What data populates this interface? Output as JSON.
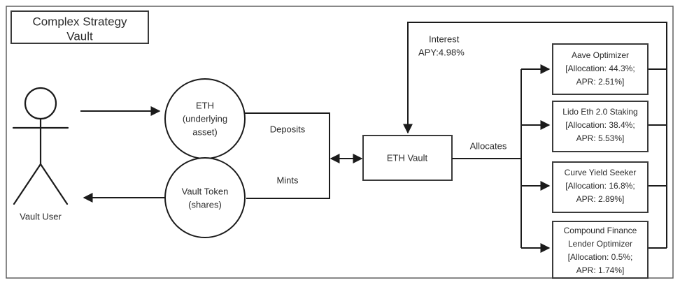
{
  "title": {
    "line1": "Complex Strategy",
    "line2": "Vault"
  },
  "actor": {
    "label": "Vault User",
    "icon": "stick-figure-icon"
  },
  "nodes": {
    "eth_asset": {
      "line1": "ETH",
      "line2": "(underlying",
      "line3": "asset)"
    },
    "vault_token": {
      "line1": "Vault Token",
      "line2": "(shares)"
    },
    "eth_vault": {
      "label": "ETH Vault"
    }
  },
  "edges": {
    "deposits": "Deposits",
    "mints": "Mints",
    "allocates": "Allocates",
    "interest_line1": "Interest",
    "interest_line2": "APY:4.98%"
  },
  "strategies": [
    {
      "name": "Aave Optimizer",
      "alloc_line": "[Allocation: 44.3%;",
      "apr_line": "APR: 2.51%]",
      "allocation": "44.3%",
      "apr": "2.51%"
    },
    {
      "name": "Lido Eth 2.0 Staking",
      "alloc_line": "[Allocation: 38.4%;",
      "apr_line": "APR: 5.53%]",
      "allocation": "38.4%",
      "apr": "5.53%"
    },
    {
      "name": "Curve Yield Seeker",
      "alloc_line": "[Allocation: 16.8%;",
      "apr_line": "APR: 2.89%]",
      "allocation": "16.8%",
      "apr": "2.89%"
    },
    {
      "name_line1": "Compound Finance",
      "name_line2": "Lender Optimizer",
      "alloc_line": "[Allocation: 0.5%;",
      "apr_line": "APR: 1.74%]",
      "allocation": "0.5%",
      "apr": "1.74%"
    }
  ],
  "colors": {
    "stroke": "#1b1b1b",
    "box_stroke": "#3a3a3a",
    "frame": "#555555",
    "text": "#2b2b2b",
    "background": "#ffffff"
  }
}
